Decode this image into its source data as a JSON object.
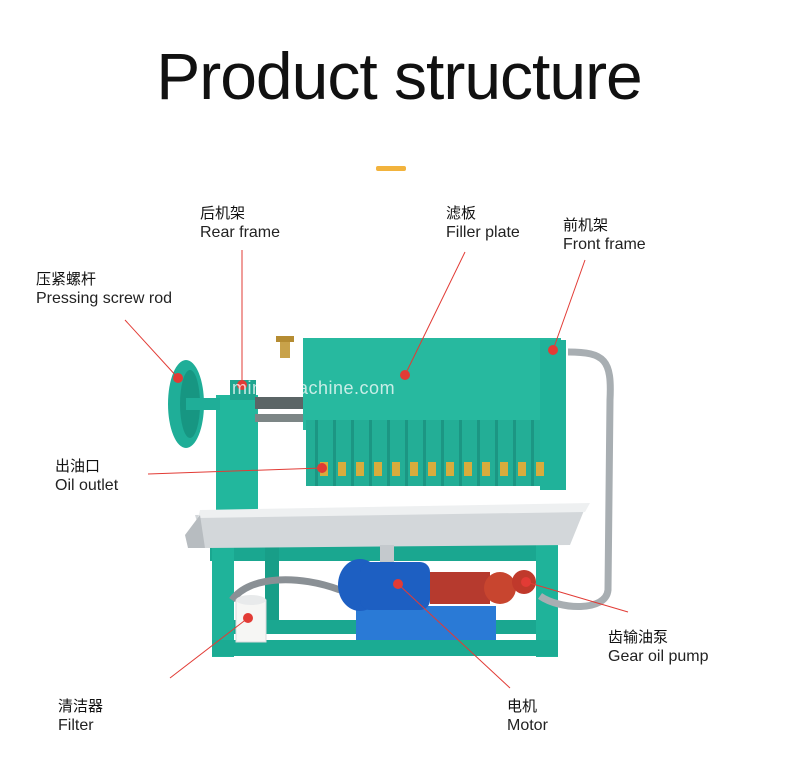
{
  "title": "Product structure",
  "watermark": "minkomachine.com",
  "labels": {
    "rear_frame": {
      "zh": "后机架",
      "en": "Rear frame"
    },
    "filler_plate": {
      "zh": "滤板",
      "en": "Filler plate"
    },
    "front_frame": {
      "zh": "前机架",
      "en": "Front frame"
    },
    "pressing_screw_rod": {
      "zh": "压紧螺杆",
      "en": "Pressing screw rod"
    },
    "oil_outlet": {
      "zh": "出油口",
      "en": "Oil outlet"
    },
    "gear_oil_pump": {
      "zh": "齿输油泵",
      "en": "Gear oil pump"
    },
    "filter": {
      "zh": "清洁器",
      "en": "Filter"
    },
    "motor": {
      "zh": "电机",
      "en": "Motor"
    }
  },
  "colors": {
    "accent": "#f2b33d",
    "machine_green": "#1fae98",
    "callout_red": "#e23b35",
    "tray_steel": "#c9ced2",
    "motor_blue": "#1d5fc2"
  }
}
